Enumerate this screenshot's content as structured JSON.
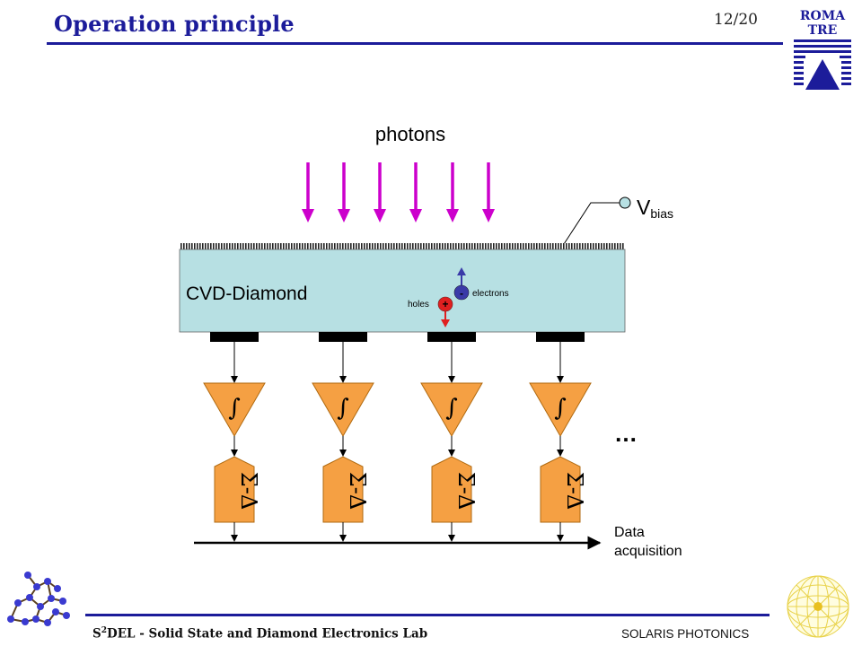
{
  "header": {
    "title": "Operation principle",
    "page_number": "12/20",
    "logo_line1": "ROMA",
    "logo_line2": "TRE"
  },
  "diagram": {
    "photons_label": "photons",
    "vbias_main": "V",
    "vbias_sub": "bias",
    "material_label": "CVD-Diamond",
    "electron_sign": "-",
    "electrons_label": "electrons",
    "hole_sign": "+",
    "holes_label": "holes",
    "integrator_symbol": "∫",
    "adc_symbol": "Σ-Δ",
    "ellipsis": "…",
    "daq_line1": "Data",
    "daq_line2": "acquisition",
    "colors": {
      "photon_arrow": "#cc00cc",
      "diamond": "#b7e0e3",
      "amplifier": "#f5a043",
      "electron": "#3a3aa8",
      "hole": "#e02020",
      "title": "#1c1c9a"
    }
  },
  "footer": {
    "lab_prefix": "S",
    "lab_sup": "2",
    "lab_name": "DEL - Solid State and Diamond Electronics Lab",
    "company": "SOLARIS PHOTONICS"
  }
}
